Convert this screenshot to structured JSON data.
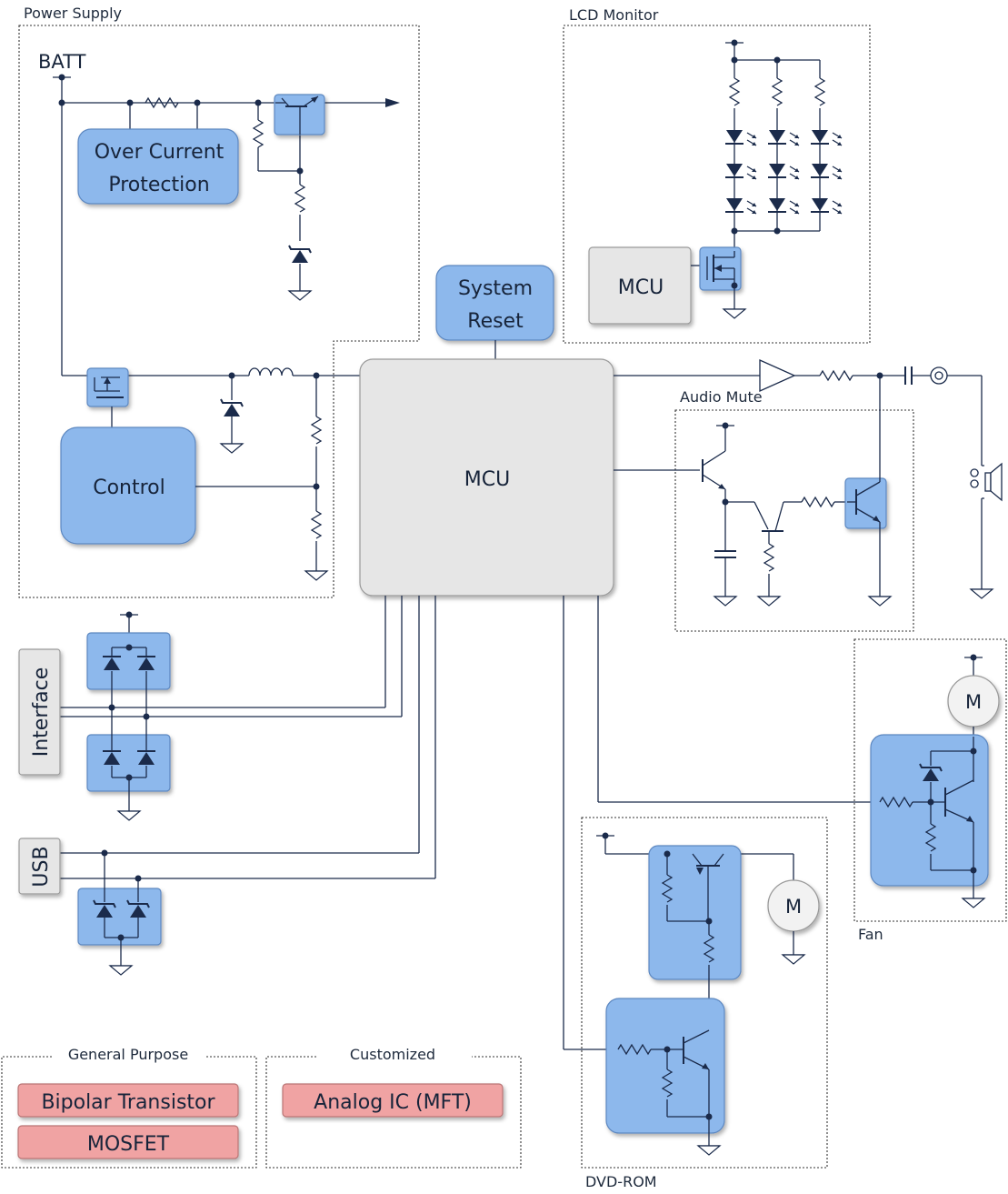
{
  "groups": {
    "power_supply": "Power Supply",
    "lcd_monitor": "LCD Monitor",
    "audio_mute": "Audio Mute",
    "fan": "Fan",
    "dvd_rom": "DVD-ROM",
    "general_purpose": "General Purpose",
    "customized": "Customized"
  },
  "labels": {
    "batt": "BATT",
    "over_current_1": "Over Current",
    "over_current_2": "Protection",
    "system_reset_1": "System",
    "system_reset_2": "Reset",
    "control": "Control",
    "mcu_main": "MCU",
    "mcu_lcd": "MCU",
    "interface": "Interface",
    "usb": "USB",
    "motor_fan": "M",
    "motor_dvd": "M"
  },
  "legend": {
    "bipolar": "Bipolar Transistor",
    "mosfet": "MOSFET",
    "analog_ic": "Analog IC (MFT)"
  },
  "colors": {
    "device_block": "#8db8ec",
    "mcu_block": "#e6e6e6",
    "legend_block": "#f0a3a3",
    "wire": "#1b2b4b"
  }
}
